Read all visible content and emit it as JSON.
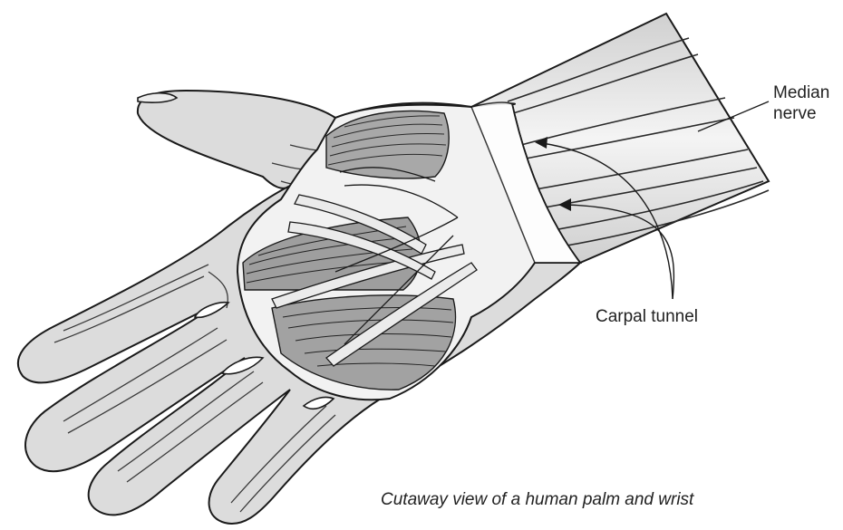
{
  "labels": {
    "median_nerve_line1": "Median",
    "median_nerve_line2": "nerve",
    "carpal_tunnel": "Carpal tunnel"
  },
  "caption": "Cutaway view of a human palm and wrist",
  "colors": {
    "skin_fill": "#dcdcdc",
    "outline": "#1a1a1a",
    "cutaway_fill": "#f2f2f2",
    "muscle_fill": "#9e9e9e",
    "tendon_fill": "#e8e8e8",
    "text": "#222222"
  }
}
